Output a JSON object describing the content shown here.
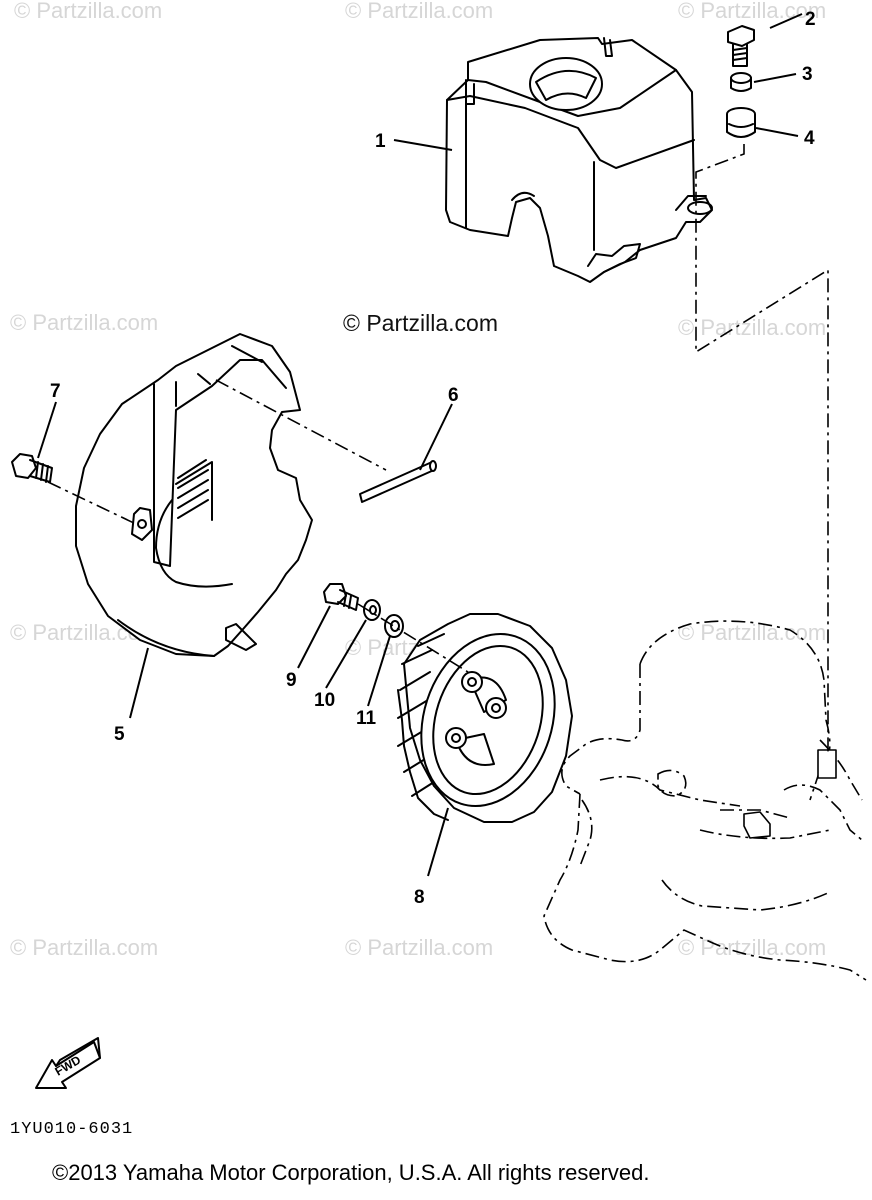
{
  "watermarks": {
    "text": "© Partzilla.com",
    "main": "© Partzilla.com"
  },
  "callouts": {
    "p1": "1",
    "p2": "2",
    "p3": "3",
    "p4": "4",
    "p5": "5",
    "p6": "6",
    "p7": "7",
    "p8": "8",
    "p9": "9",
    "p10": "10",
    "p11": "11"
  },
  "direction_badge": "FWD",
  "diagram_code": "1YU010-6031",
  "copyright": "©2013 Yamaha Motor Corporation, U.S.A. All rights reserved."
}
